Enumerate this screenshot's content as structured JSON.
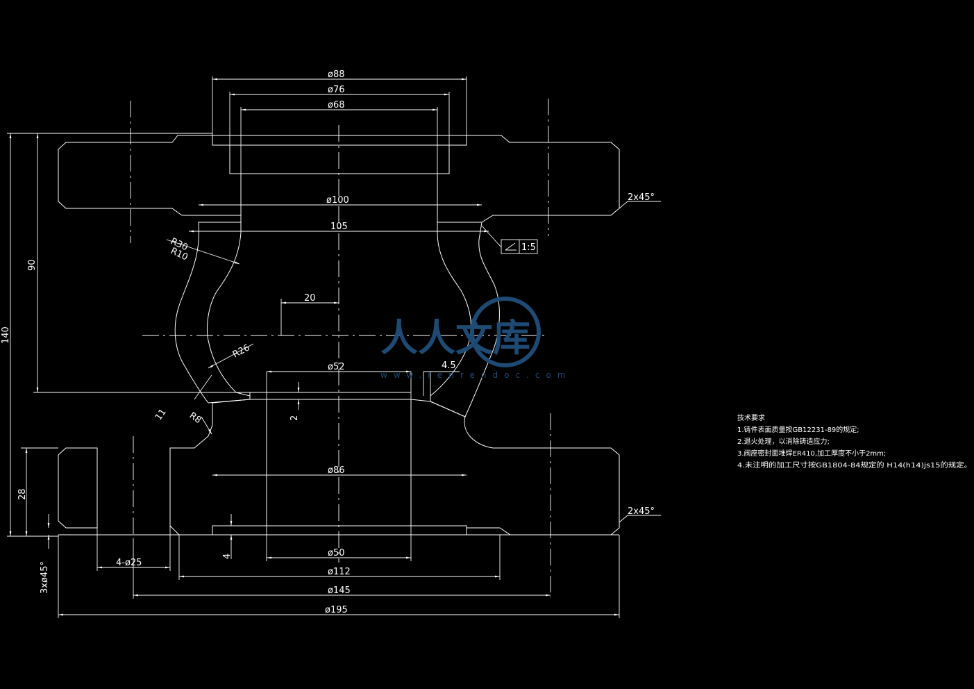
{
  "dimensions": {
    "d88": "ø88",
    "d76": "ø76",
    "d68": "ø68",
    "d100": "ø100",
    "len105": "105",
    "r30": "R30",
    "r10": "R10",
    "len20": "20",
    "r26": "R26",
    "d52": "ø52",
    "len4_5": "4.5",
    "len11": "11",
    "r8": "R8",
    "len2": "2",
    "d86": "ø86",
    "len90": "90",
    "len140": "140",
    "len28": "28",
    "chamfer_top": "2x45°",
    "chamfer_bottom": "2x45°",
    "taper": "1:5",
    "len4": "4",
    "holes": "4-ø25",
    "chamfer_hole": "3xø45°",
    "d50": "ø50",
    "d112": "ø112",
    "d145": "ø145",
    "d195": "ø195"
  },
  "notes": {
    "title": "技术要求",
    "line1": "1.铸件表面质量按GB12231-89的规定;",
    "line2": "2.退火处理，以消除铸造应力;",
    "line3": "3.阀座密封面堆焊ER410,加工厚度不小于2mm;",
    "line4": "4.未注明的加工尺寸按GB1804-84规定的  H14(h14)js15的规定。"
  },
  "watermark": {
    "text": "人人文库",
    "url": "www.renrendoc.com"
  }
}
